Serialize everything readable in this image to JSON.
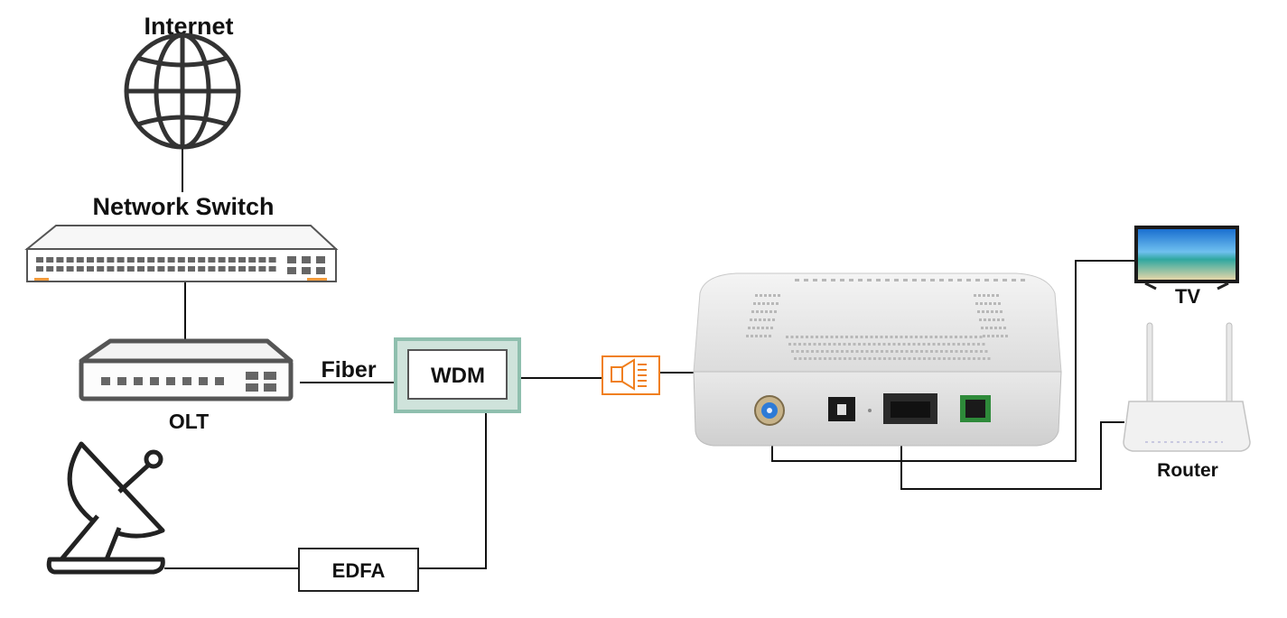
{
  "labels": {
    "internet": "Internet",
    "network_switch": "Network Switch",
    "fiber": "Fiber",
    "olt": "OLT",
    "wdm": "WDM",
    "edfa": "EDFA",
    "tv": "TV",
    "router": "Router"
  },
  "icons": {
    "internet": "globe-icon",
    "network_switch": "network-switch-icon",
    "olt": "olt-device-icon",
    "satellite": "satellite-dish-icon",
    "connector": "fiber-connector-icon",
    "onu": "onu-device-image",
    "tv": "tv-icon",
    "router": "router-icon"
  },
  "colors": {
    "wdm_border": "#9cc8b8",
    "connector_accent": "#f07f1e",
    "switch_accent": "#f29a3a",
    "coax_port": "#2e7bd6"
  }
}
